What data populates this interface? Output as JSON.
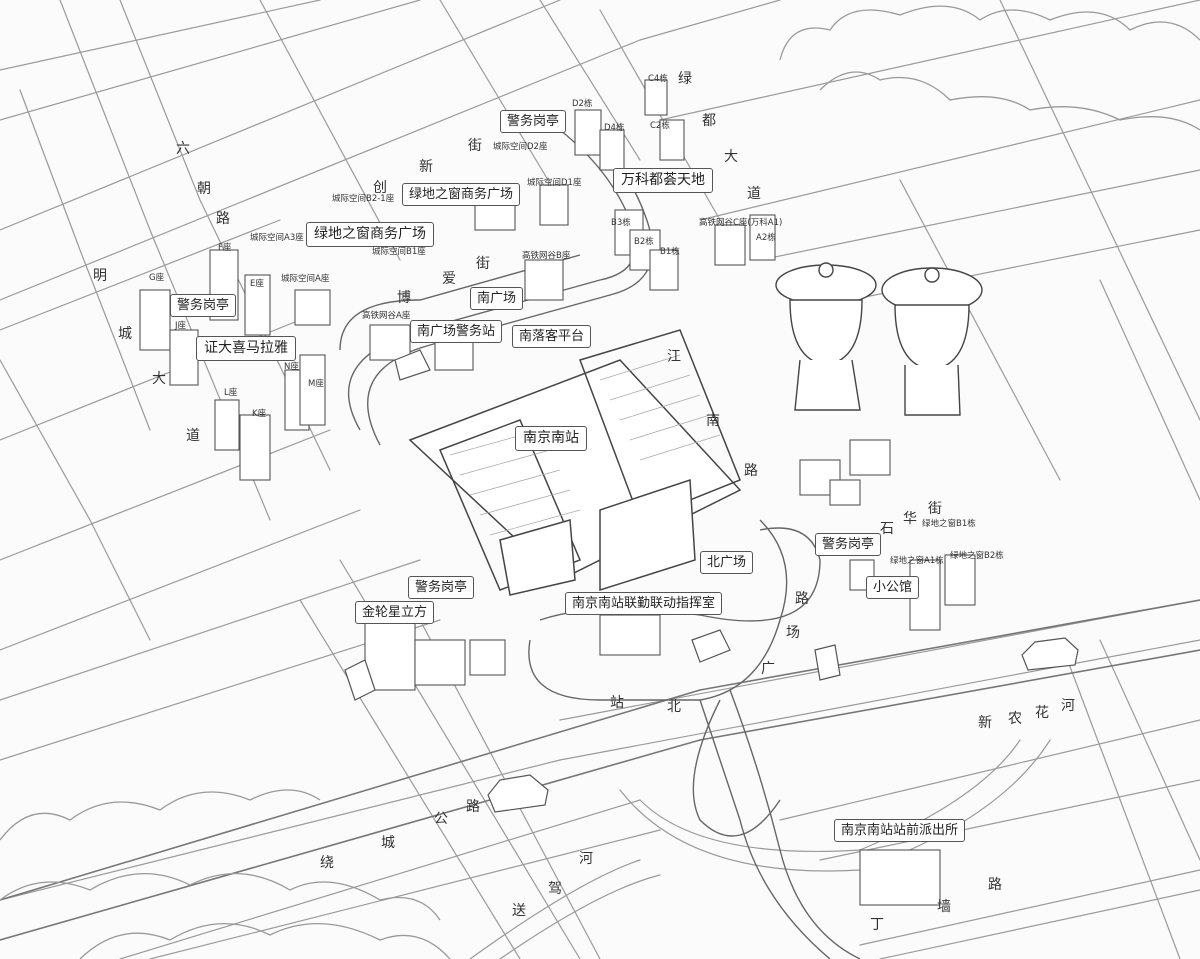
{
  "landmarks": {
    "nanjing_south_station": "南京南站",
    "joint_command_room": "南京南站联勤联动指挥室",
    "police_substation": "南京南站站前派出所",
    "south_plaza_police": "南广场警务站",
    "south_platform": "南落客平台",
    "north_plaza": "北广场",
    "south_plaza": "南广场",
    "greenland_plaza_1": "绿地之窗商务广场",
    "greenland_plaza_2": "绿地之窗商务广场",
    "vanke": "万科都荟天地",
    "zhengda": "证大喜马拉雅",
    "golden_wheel": "金轮星立方",
    "small_office": "小公馆"
  },
  "police_kiosks": [
    "警务岗亭",
    "警务岗亭",
    "警务岗亭",
    "警务岗亭"
  ],
  "roads": {
    "liuchao": [
      "六",
      "朝",
      "路"
    ],
    "mingcheng": [
      "明",
      "城",
      "大",
      "道"
    ],
    "chuangxin": [
      "创",
      "新",
      "街"
    ],
    "boai": [
      "博",
      "爱",
      "街"
    ],
    "lvdu": [
      "绿",
      "都",
      "大",
      "道"
    ],
    "jiangnan": [
      "江",
      "南",
      "路"
    ],
    "shihua": [
      "石",
      "华",
      "街"
    ],
    "zhanbei": [
      "站",
      "北"
    ],
    "beiguangchang": [
      "路",
      "场",
      "广"
    ],
    "xinnonghua": [
      "新",
      "农",
      "花",
      "河"
    ],
    "raocheng": [
      "绕",
      "城",
      "公",
      "路"
    ],
    "songjia": [
      "送",
      "驾",
      "河"
    ],
    "dingqiang": [
      "丁",
      "墙",
      "路"
    ]
  },
  "buildings": [
    "城际空间D2座",
    "城际空间D1座",
    "城际空间B2-1座",
    "城际空间B1座",
    "城际空间A3座",
    "城际空间A座",
    "高铁网谷B座",
    "高铁网谷A座",
    "D2栋",
    "D4栋",
    "C4栋",
    "C2栋",
    "B3栋",
    "B2栋",
    "B1栋",
    "高铁网谷C座(万科A1)",
    "A2栋",
    "F座",
    "G座",
    "E座",
    "J座",
    "N座",
    "M座",
    "L座",
    "K座",
    "绿地之窗B1栋",
    "绿地之窗A1栋",
    "绿地之窗B2栋"
  ],
  "colors": {
    "ink": "#555555",
    "light_ink": "#9a9a9a",
    "label_bg": "#ffffff",
    "paper": "#fbfbfb"
  }
}
